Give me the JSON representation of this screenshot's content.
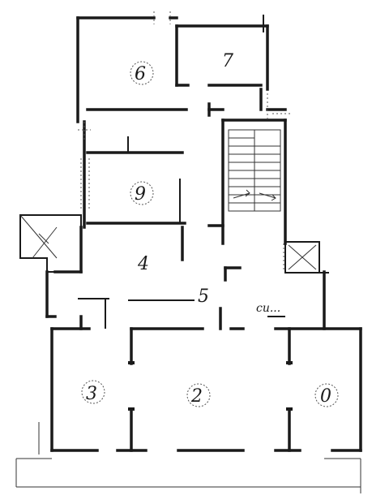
{
  "plan": {
    "rooms": [
      {
        "id": "room-6",
        "label": "6"
      },
      {
        "id": "room-7",
        "label": "7"
      },
      {
        "id": "room-9",
        "label": "9"
      },
      {
        "id": "room-4",
        "label": "4"
      },
      {
        "id": "room-3",
        "label": "3"
      },
      {
        "id": "room-2",
        "label": "2"
      },
      {
        "id": "room-0",
        "label": "0"
      },
      {
        "id": "room-5",
        "label": "5"
      }
    ],
    "note": "cu..."
  },
  "colors": {
    "ink": "#1a1a1a",
    "paper": "#ffffff"
  }
}
